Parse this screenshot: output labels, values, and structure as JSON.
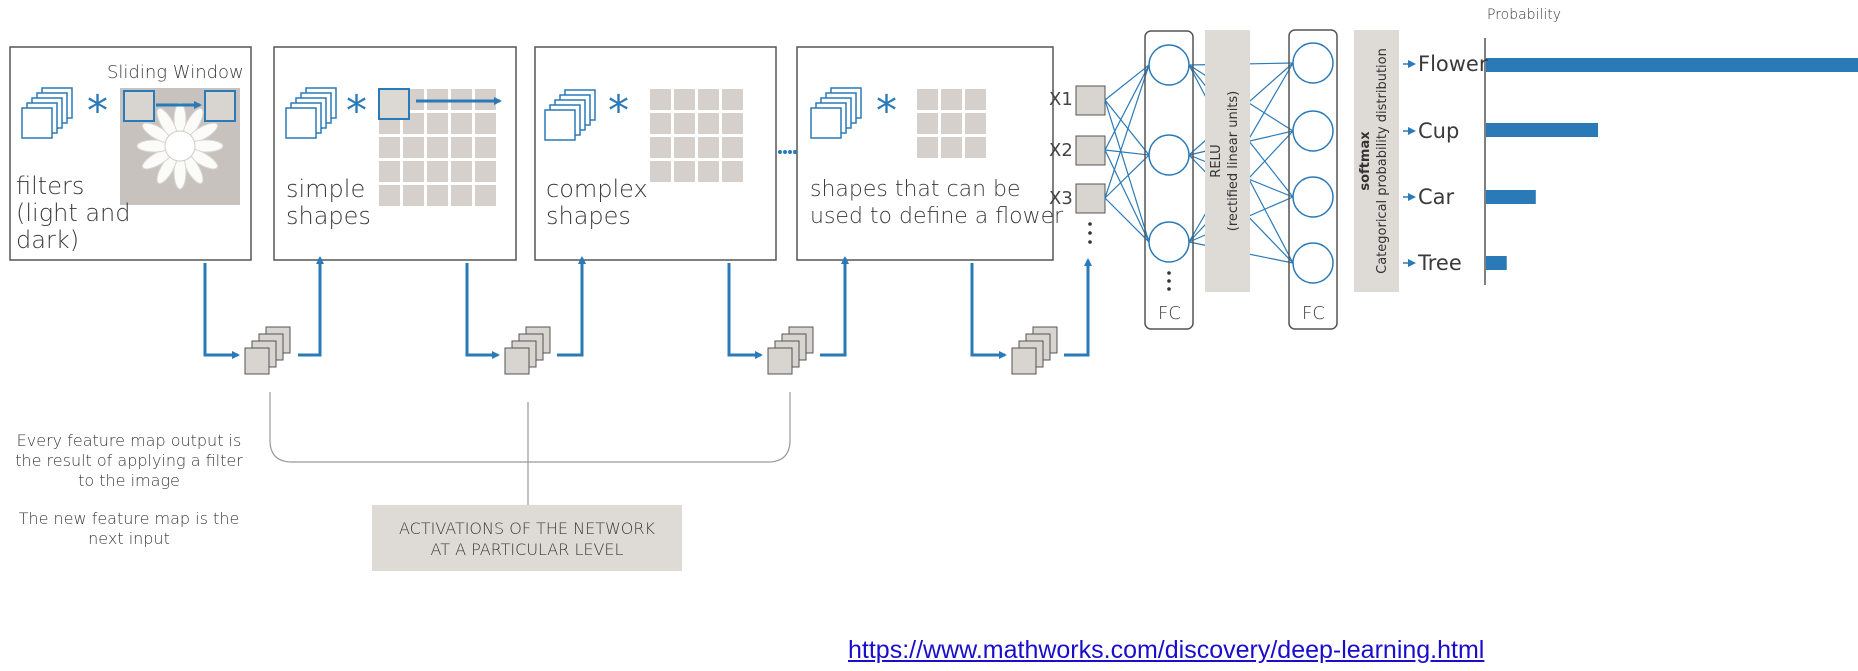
{
  "stage1": {
    "title": "Sliding Window",
    "label": "filters\n(light and\ndark)"
  },
  "stage2": {
    "label": "simple\nshapes"
  },
  "stage3": {
    "label": "complex\nshapes"
  },
  "stage4": {
    "label": "shapes that can be\nused to define a flower"
  },
  "inputs": [
    "X1",
    "X2",
    "X3"
  ],
  "fc1": {
    "label": "FC"
  },
  "fc2": {
    "label": "FC"
  },
  "relu": {
    "title": "RELU",
    "subtitle": "(rectified linear units)"
  },
  "softmax": {
    "title": "softmax",
    "subtitle": "Categorical probability distribution"
  },
  "probability_title": "Probability",
  "classes": [
    {
      "name": "Flower",
      "probability": 0.9
    },
    {
      "name": "Cup",
      "probability": 0.27
    },
    {
      "name": "Car",
      "probability": 0.12
    },
    {
      "name": "Tree",
      "probability": 0.05
    }
  ],
  "notes": {
    "note1": "Every feature map output is\nthe result of applying a filter\nto the image",
    "note2": "The new feature map is the\nnext input"
  },
  "activations_box": "ACTIVATIONS OF THE NETWORK\nAT A PARTICULAR LEVEL",
  "source_link": "https://www.mathworks.com/discovery/deep-learning.html",
  "colors": {
    "accent": "#2a7ab8",
    "grid": "#d5d0cc",
    "frame": "#555555",
    "panel": "#dedbd6"
  }
}
